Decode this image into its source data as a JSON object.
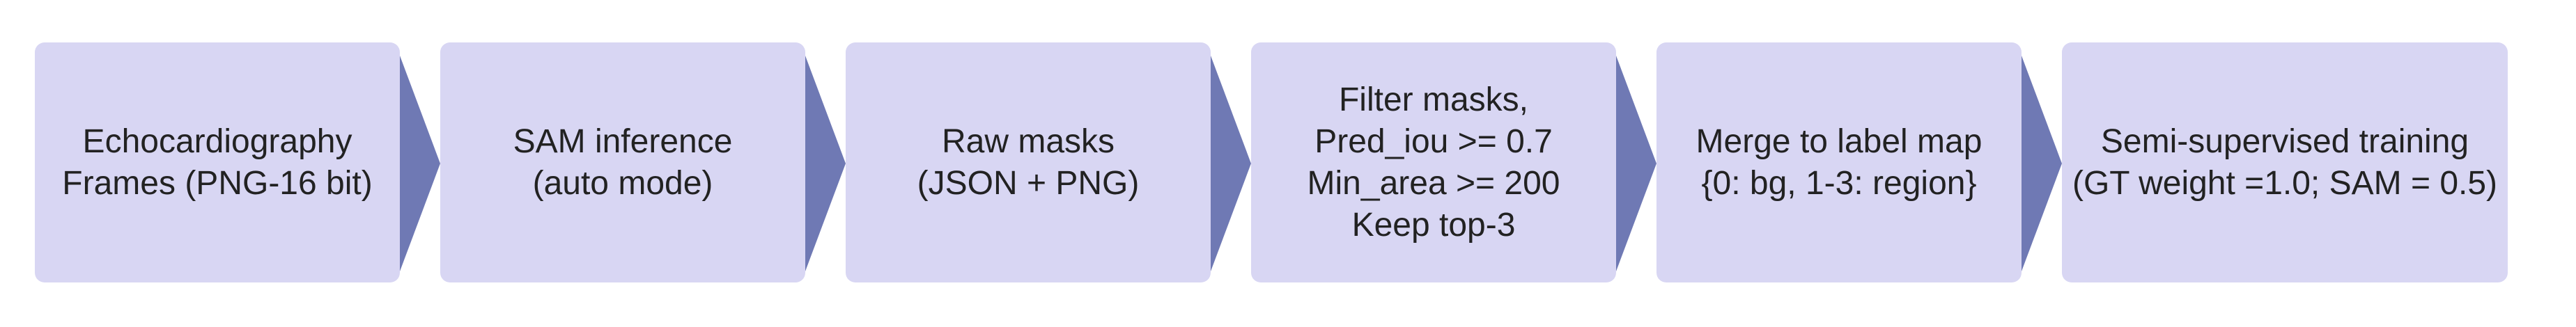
{
  "colors": {
    "box_fill": "#d8d6f3",
    "arrow_fill": "#6f79b4",
    "text": "#222222",
    "background": "#ffffff"
  },
  "steps": [
    {
      "id": "frames",
      "lines": [
        "Echocardiography",
        "Frames (PNG-16 bit)"
      ]
    },
    {
      "id": "sam-inference",
      "lines": [
        "SAM inference",
        "(auto mode)"
      ]
    },
    {
      "id": "raw-masks",
      "lines": [
        "Raw masks",
        "(JSON + PNG)"
      ]
    },
    {
      "id": "filter-masks",
      "lines": [
        "Filter masks,",
        "Pred_iou >= 0.7",
        "Min_area >= 200",
        "Keep top-3"
      ]
    },
    {
      "id": "merge-label-map",
      "lines": [
        "Merge to label map",
        "{0: bg, 1-3: region}"
      ]
    },
    {
      "id": "semi-supervised-training",
      "lines": [
        "Semi-supervised training",
        "(GT weight =1.0; SAM = 0.5)"
      ]
    }
  ]
}
